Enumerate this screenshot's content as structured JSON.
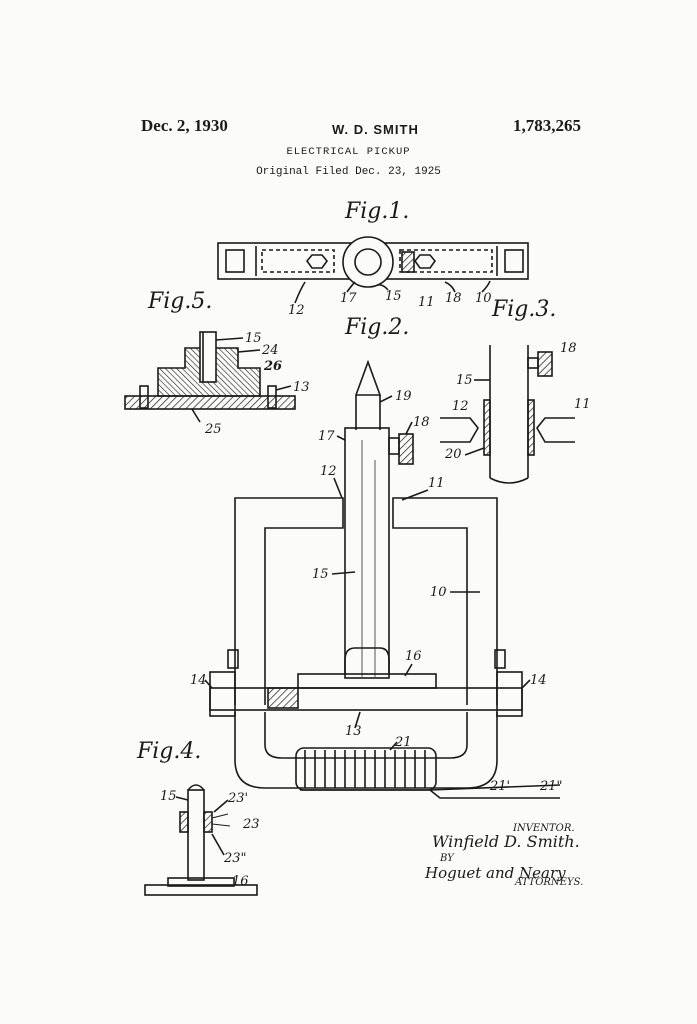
{
  "header": {
    "date": "Dec. 2, 1930",
    "inventor": "W. D. SMITH",
    "patent_number": "1,783,265",
    "subtitle": "ELECTRICAL PICKUP",
    "filed": "Original Filed Dec. 23, 1925"
  },
  "figures": {
    "fig1": "Fig.1.",
    "fig2": "Fig.2.",
    "fig3": "Fig.3.",
    "fig4": "Fig.4.",
    "fig5": "Fig.5."
  },
  "labels": {
    "fig1": [
      "12",
      "17",
      "15",
      "11",
      "18",
      "10"
    ],
    "fig5": [
      "15",
      "24",
      "26",
      "13",
      "25"
    ],
    "fig3": [
      "18",
      "15",
      "12",
      "11",
      "20"
    ],
    "fig2": [
      "19",
      "18",
      "17",
      "12",
      "11",
      "15",
      "10",
      "16",
      "14",
      "14",
      "13",
      "21",
      "21'",
      "21\""
    ],
    "fig4": [
      "15",
      "23'",
      "23",
      "23\"",
      "16"
    ]
  },
  "signature": {
    "inventor_caption": "INVENTOR.",
    "inventor_name": "Winfield D. Smith.",
    "by": "BY",
    "attorneys_name": "Hoguet and Neary",
    "attorneys_caption": "ATTORNEYS."
  }
}
